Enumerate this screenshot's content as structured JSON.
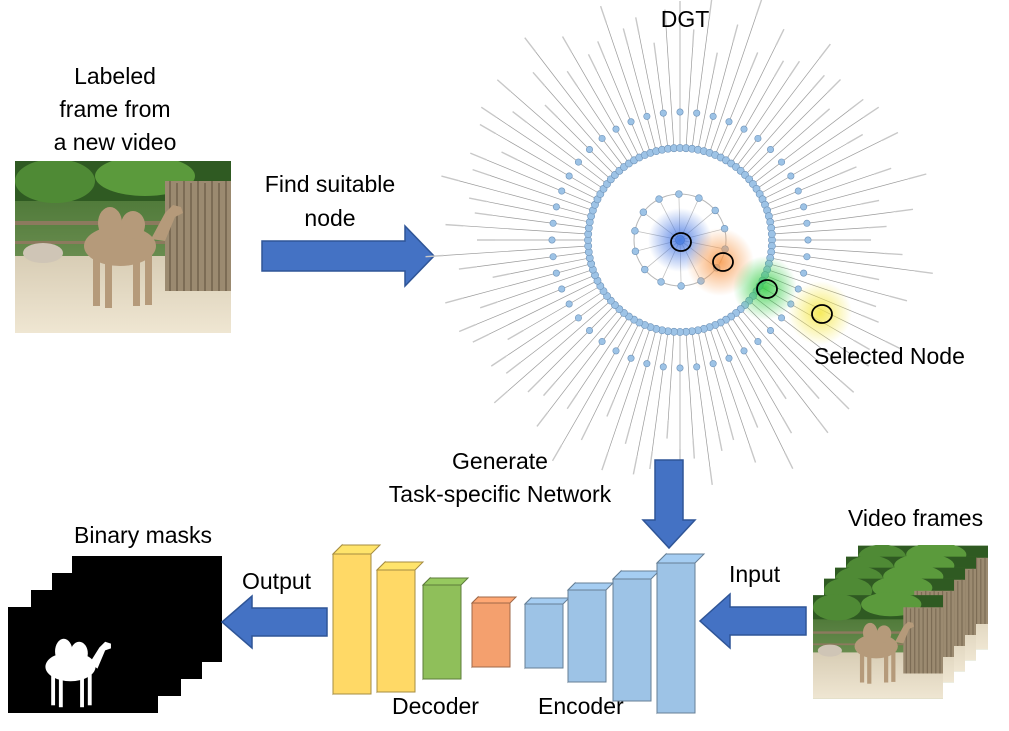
{
  "labels": {
    "labeled_frame_line1": "Labeled",
    "labeled_frame_line2": "frame from",
    "labeled_frame_line3": "a new video",
    "find_node_line1": "Find suitable",
    "find_node_line2": "node",
    "dgt_title": "DGT",
    "selected_node": "Selected Node",
    "generate_line1": "Generate",
    "generate_line2": "Task-specific Network",
    "video_frames": "Video frames",
    "binary_masks": "Binary masks",
    "output": "Output",
    "input": "Input",
    "decoder": "Decoder",
    "encoder": "Encoder"
  },
  "colors": {
    "arrow": "#4472c4",
    "tree_node": "#9dc3e6",
    "decoder_yellow": "#ffd966",
    "decoder_green": "#8fbf5a",
    "decoder_orange": "#f4a06e",
    "encoder_blue": "#9dc3e6",
    "highlight_blue": "#3b6fe0",
    "highlight_orange": "#f79646",
    "highlight_green": "#2ecc40",
    "highlight_yellow": "#f5e84a"
  },
  "icons": {
    "camel_photo": "camel-photo",
    "mask_stack": "camel-silhouette-mask",
    "network": "encoder-decoder-blocks"
  }
}
